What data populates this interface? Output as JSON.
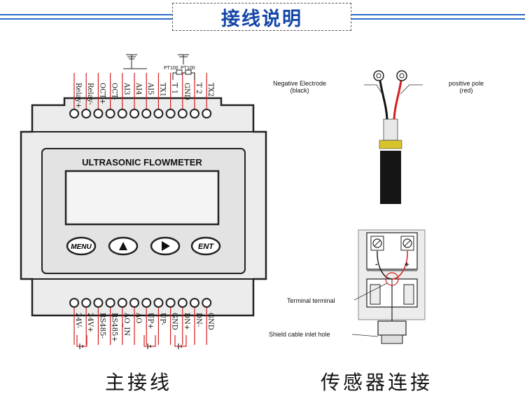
{
  "header": {
    "title": "接线说明"
  },
  "main_diagram": {
    "top_terminals": [
      "Relay+",
      "Relay-",
      "OCT+",
      "OCT-",
      "AI3",
      "AI4",
      "AI5",
      "TX1",
      "T 1",
      "GND",
      "T 2",
      "TX2"
    ],
    "pt100_labels": [
      "PT100",
      "PT100"
    ],
    "panel_title": "ULTRASONIC  FLOWMETER",
    "buttons": [
      "MENU",
      "▲",
      "▶",
      "ENT"
    ],
    "bottom_terminals": [
      "24V-",
      "24V+",
      "RS485-",
      "RS485+",
      "AO_IN",
      "AO",
      "UP+",
      "UP-",
      "GND",
      "DN+",
      "DN-",
      "GND"
    ],
    "caption": "主接线"
  },
  "sensor_diagram": {
    "negative_label": "Negative Electrode",
    "negative_sub": "(black)",
    "positive_label": "positive pole",
    "positive_sub": "(red)",
    "terminal_label": "Terminal terminal",
    "shield_label": "Shield cable inlet hole",
    "minus": "-",
    "plus": "+",
    "caption": "传感器连接"
  },
  "colors": {
    "accent": "#2d6cc8",
    "title": "#1446a8",
    "wire": "#d42020"
  }
}
